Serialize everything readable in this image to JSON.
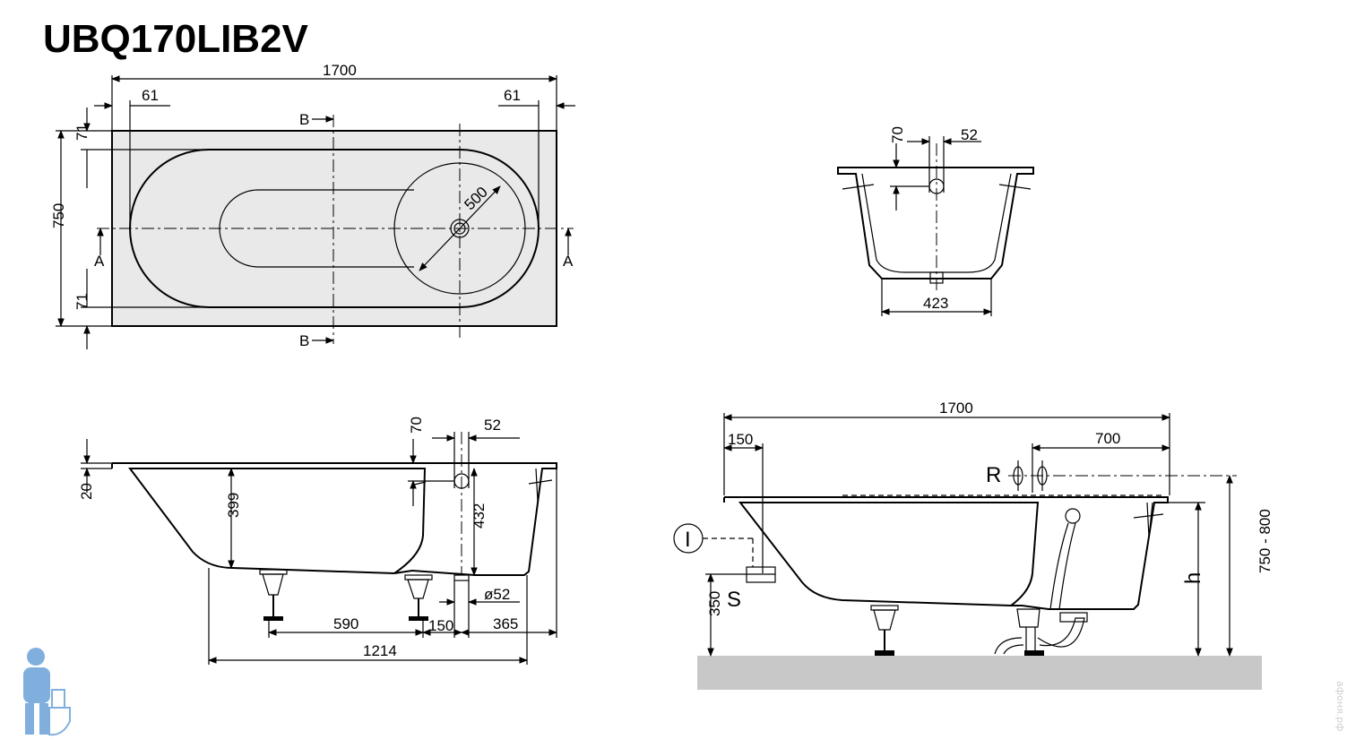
{
  "title": "UBQ170LIB2V",
  "top_view": {
    "width": "1700",
    "edge_left": "61",
    "edge_right": "61",
    "depth": "750",
    "rim_top": "71",
    "rim_bottom": "71",
    "diameter": "500",
    "section_a": "A",
    "section_b": "B"
  },
  "section_view": {
    "rim": "70",
    "overflow": "52",
    "bottom_width": "423"
  },
  "side_view": {
    "rim_thickness": "20",
    "rim_depth": "70",
    "overflow": "52",
    "depth_foot": "399",
    "depth_drain": "432",
    "drain_diameter": "ø52",
    "feet_spacing": "590",
    "drain_offset": "150",
    "end_offset": "365",
    "total_feet": "1214"
  },
  "install_view": {
    "length": "1700",
    "left_offset": "150",
    "right_offset": "700",
    "r_label": "R",
    "s_label": "S",
    "i_label": "I",
    "s_height": "350",
    "h_label": "h",
    "height_range": "750 - 800"
  },
  "watermark": "афоня.рф",
  "colors": {
    "bath_fill": "#e9e9e9",
    "floor": "#c8c8c8",
    "mascot": "#1a6fc4"
  }
}
